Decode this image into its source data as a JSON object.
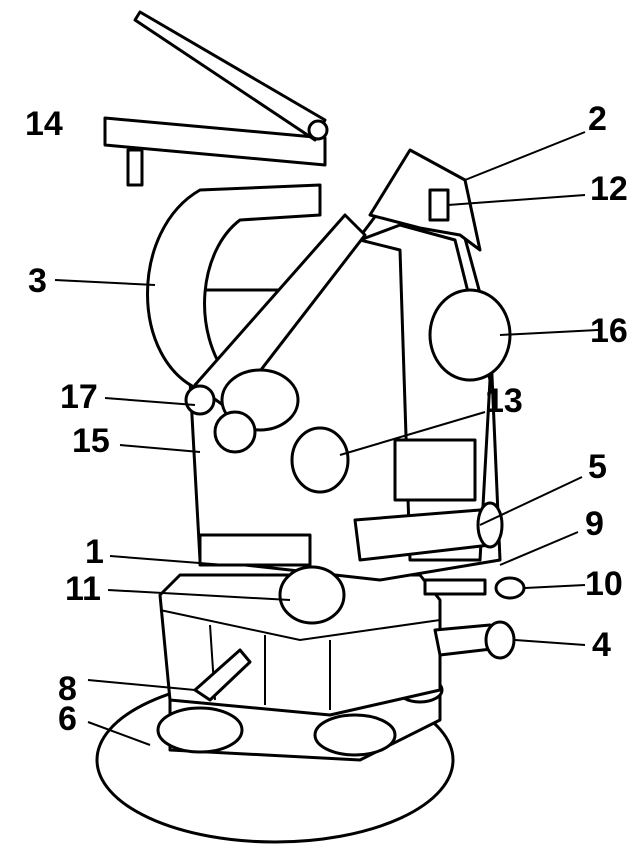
{
  "title": "Theodolite parts diagram",
  "labels": {
    "l14": "14",
    "l2": "2",
    "l12": "12",
    "l3": "3",
    "l16": "16",
    "l17": "17",
    "l13": "13",
    "l15": "15",
    "l5": "5",
    "l9": "9",
    "l1": "1",
    "l11": "11",
    "l10": "10",
    "l4": "4",
    "l8": "8",
    "l6": "6"
  }
}
